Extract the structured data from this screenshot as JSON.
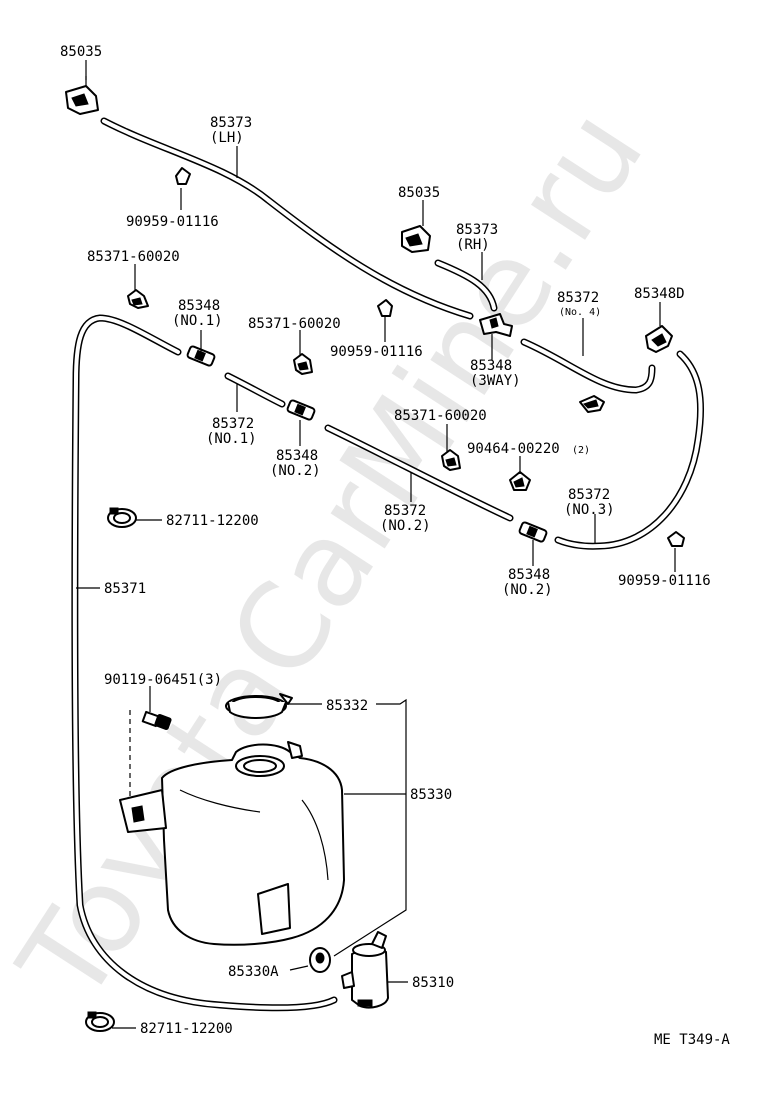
{
  "watermark": "ToyotaCarMine.ru",
  "diagram_code": "ME T349-A",
  "callouts": {
    "top_nozzle_lh": "85035",
    "hose_lh_num": "85373",
    "hose_lh_sub": "(LH)",
    "clip_top_lh": "90959-01116",
    "nozzle_rh": "85035",
    "hose_rh_num": "85373",
    "hose_rh_sub": "(RH)",
    "clamp_upper_left": "85371-60020",
    "joint_no1_num": "85348",
    "joint_no1_sub": "(NO.1)",
    "clamp_mid": "85371-60020",
    "clip_mid": "90959-01116",
    "hose_no4_num": "85372",
    "hose_no4_sub": "(No. 4)",
    "elbow_d": "85348D",
    "tee_num": "85348",
    "tee_sub": "(3WAY)",
    "hose_no1_num": "85372",
    "hose_no1_sub": "(NO.1)",
    "joint_no2a_num": "85348",
    "joint_no2a_sub": "(NO.2)",
    "clamp_right": "85371-60020",
    "clip_right": "90464-00220",
    "clip_right_qty": "(2)",
    "hose_no3_num": "85372",
    "hose_no3_sub": "(NO.3)",
    "hose_clamp_upper": "82711-12200",
    "hose_no2_num": "85372",
    "hose_no2_sub": "(NO.2)",
    "joint_no2b_num": "85348",
    "joint_no2b_sub": "(NO.2)",
    "clip_far_right": "90959-01116",
    "main_hose": "85371",
    "bolt": "90119-06451(3)",
    "cap": "85332",
    "tank": "85330",
    "grommet": "85330A",
    "pump": "85310",
    "hose_clamp_lower": "82711-12200"
  }
}
